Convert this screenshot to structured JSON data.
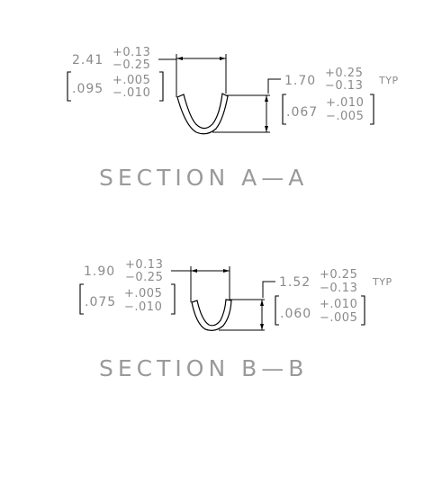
{
  "sections": [
    {
      "title": "SECTION  A—A",
      "width_dim": {
        "value": "2.41",
        "plus": "+0.13",
        "minus": "−0.25"
      },
      "width_inch": {
        "value": ".095",
        "plus": "+.005",
        "minus": "−.010"
      },
      "height_dim": {
        "value": "1.70",
        "plus": "+0.25",
        "minus": "−0.13",
        "note": "TYP"
      },
      "height_inch": {
        "value": ".067",
        "plus": "+.010",
        "minus": "−.005"
      }
    },
    {
      "title": "SECTION  B—B",
      "width_dim": {
        "value": "1.90",
        "plus": "+0.13",
        "minus": "−0.25"
      },
      "width_inch": {
        "value": ".075",
        "plus": "+.005",
        "minus": "−.010"
      },
      "height_dim": {
        "value": "1.52",
        "plus": "+0.25",
        "minus": "−0.13",
        "note": "TYP"
      },
      "height_inch": {
        "value": ".060",
        "plus": "+.010",
        "minus": "−.005"
      }
    }
  ]
}
